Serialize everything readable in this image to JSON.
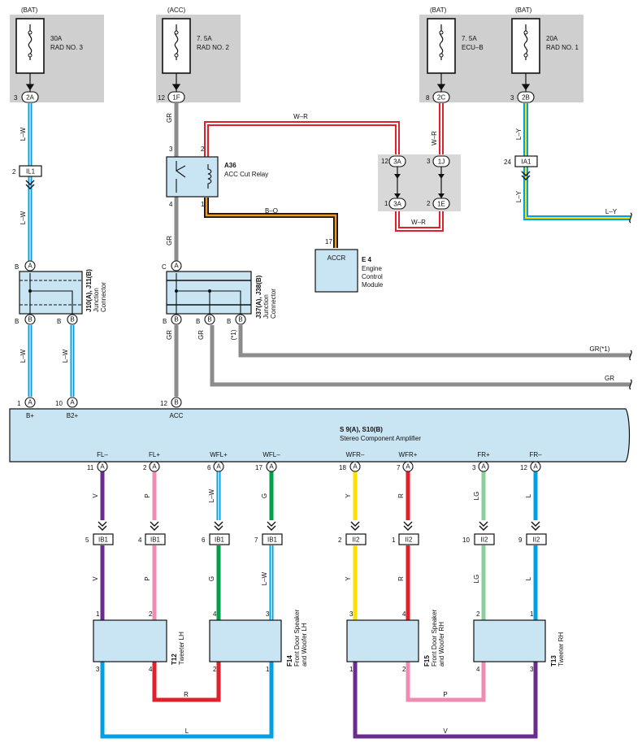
{
  "fuses": [
    {
      "supply": "(BAT)",
      "rating": "30A",
      "name": "RAD NO. 3",
      "pin": "3",
      "conn": "2A"
    },
    {
      "supply": "(ACC)",
      "rating": "7. 5A",
      "name": "RAD NO. 2",
      "pin": "12",
      "conn": "1F"
    },
    {
      "supply": "(BAT)",
      "rating": "7. 5A",
      "name": "ECU–B",
      "pin": "8",
      "conn": "2C"
    },
    {
      "supply": "(BAT)",
      "rating": "20A",
      "name": "RAD NO. 1",
      "pin": "3",
      "conn": "2B"
    }
  ],
  "wire_codes": {
    "lw": "L–W",
    "gr": "GR",
    "wr": "W–R",
    "bo": "B–O",
    "ly": "L–Y",
    "grp1": "GR(*1)",
    "star1": "(*1)",
    "v": "V",
    "p": "P",
    "g": "G",
    "y": "Y",
    "r": "R",
    "lg": "LG",
    "l": "L"
  },
  "connectors": {
    "il1": {
      "pin": "2",
      "name": "IL1"
    },
    "ia1": {
      "pin": "24",
      "name": "IA1"
    },
    "c3a_top": {
      "pin": "12",
      "name": "3A"
    },
    "c3a_bot": {
      "pin": "1",
      "name": "3A"
    },
    "c1j": {
      "pin": "3",
      "name": "1J"
    },
    "c1e": {
      "pin": "2",
      "name": "1E"
    },
    "ib1": [
      {
        "pin": "5",
        "name": "IB1"
      },
      {
        "pin": "4",
        "name": "IB1"
      },
      {
        "pin": "6",
        "name": "IB1"
      },
      {
        "pin": "7",
        "name": "IB1"
      }
    ],
    "ii2": [
      {
        "pin": "2",
        "name": "II2"
      },
      {
        "pin": "1",
        "name": "II2"
      },
      {
        "pin": "10",
        "name": "II2"
      },
      {
        "pin": "9",
        "name": "II2"
      }
    ]
  },
  "relay": {
    "code": "A36",
    "name": "ACC Cut Relay",
    "pin3": "3",
    "pin2": "2",
    "pin4": "4",
    "pin1": "1"
  },
  "ecm": {
    "code": "E 4",
    "name_lines": [
      "Engine",
      "Control",
      "Module"
    ],
    "terminal": "ACCR",
    "pin": "17"
  },
  "junction_left": {
    "code": "J10(A), J11(B)",
    "name_lines": [
      "Junction",
      "Connector"
    ],
    "pin_top": "B",
    "pin_top_c": "A",
    "pin_b1": "B",
    "pin_b1_c": "B",
    "pin_b2": "B",
    "pin_b2_c": "B"
  },
  "junction_right": {
    "code": "J37(A), J38(B)",
    "name_lines": [
      "Junction",
      "Connector"
    ],
    "pin_top": "C",
    "pin_top_c": "A",
    "pins": [
      "B",
      "B",
      "B"
    ],
    "pins_c": [
      "B",
      "B",
      "B"
    ]
  },
  "amplifier": {
    "code": "S 9(A), S10(B)",
    "name": "Stereo Component Amplifier",
    "top_pins": [
      {
        "pin": "1",
        "c": "A",
        "label": "B+"
      },
      {
        "pin": "10",
        "c": "A",
        "label": "B2+"
      },
      {
        "pin": "12",
        "c": "B",
        "label": "ACC"
      }
    ],
    "bottom_pins": [
      {
        "pin": "11",
        "c": "A",
        "label": "FL–"
      },
      {
        "pin": "2",
        "c": "A",
        "label": "FL+"
      },
      {
        "pin": "6",
        "c": "A",
        "label": "WFL+"
      },
      {
        "pin": "17",
        "c": "A",
        "label": "WFL–"
      },
      {
        "pin": "18",
        "c": "A",
        "label": "WFR–"
      },
      {
        "pin": "7",
        "c": "A",
        "label": "WFR+"
      },
      {
        "pin": "3",
        "c": "A",
        "label": "FR+"
      },
      {
        "pin": "12",
        "c": "A",
        "label": "FR–"
      }
    ]
  },
  "speakers": [
    {
      "code": "T12",
      "name_lines": [
        "Tweeter LH"
      ],
      "pin_tl": "1",
      "pin_tr": "2",
      "pin_bl": "3",
      "pin_br": "4"
    },
    {
      "code": "F14",
      "name_lines": [
        "Front Door Speaker",
        "and Woofer LH"
      ],
      "pin_tl": "4",
      "pin_tr": "3",
      "pin_bl": "2",
      "pin_br": "1"
    },
    {
      "code": "F15",
      "name_lines": [
        "Front Door Speaker",
        "and Woofer RH"
      ],
      "pin_tl": "3",
      "pin_tr": "4",
      "pin_bl": "1",
      "pin_br": "2"
    },
    {
      "code": "T13",
      "name_lines": [
        "Tweeter RH"
      ],
      "pin_tl": "2",
      "pin_tr": "1",
      "pin_bl": "4",
      "pin_br": "3"
    }
  ],
  "colors": {
    "blue": "#00a0e3",
    "gray": "#8c8c8c",
    "red": "#e0202a",
    "white": "#ffffff",
    "orange": "#f39a1e",
    "black": "#111111",
    "yellow": "#ffe000",
    "purple": "#6b2c8f",
    "pink": "#f08cb4",
    "green": "#00a04a",
    "lightgreen": "#8dcf9c",
    "component": "#c9e4f2",
    "fusebox": "#cfcfcf"
  }
}
